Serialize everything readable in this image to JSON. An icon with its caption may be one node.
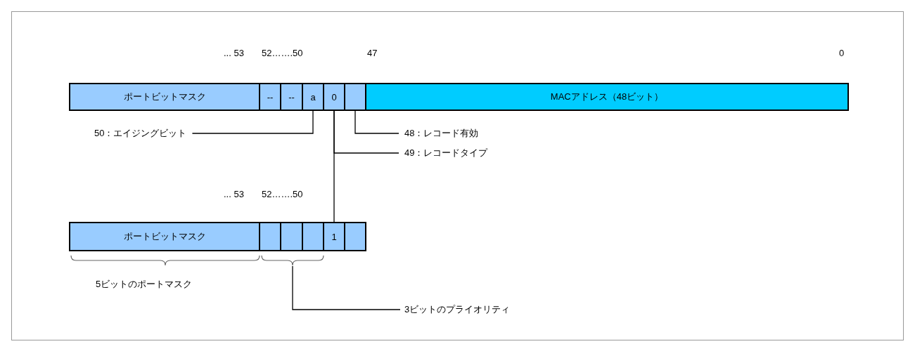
{
  "diagram": {
    "nodes": [
      {
        "text": [
          "ポートビットマスク"
        ]
      },
      {
        "text": [
          "--"
        ]
      },
      {
        "text": [
          "--"
        ]
      },
      {
        "text": [
          "a"
        ]
      },
      {
        "text": [
          "0"
        ]
      },
      {
        "text": [],
        "shape": "box"
      },
      {
        "text": [
          "MACアドレス（48ビット）"
        ]
      },
      {
        "text": [
          "ポートビットマスク"
        ]
      },
      {
        "text": [],
        "shape": "box"
      },
      {
        "text": [],
        "shape": "box"
      },
      {
        "text": [],
        "shape": "box"
      },
      {
        "text": [
          "1"
        ]
      },
      {
        "text": [],
        "shape": "box"
      },
      {
        "text": [
          "50：エイジングビット"
        ]
      },
      {
        "text": [
          "48：レコード有効"
        ]
      },
      {
        "text": [
          "49：レコードタイプ"
        ]
      },
      {
        "text": [
          "3ビットのプライオリティ"
        ]
      }
    ],
    "edges": [
      {
        "from": 13,
        "to": 3,
        "arrow": "none"
      },
      {
        "from": 14,
        "to": 5,
        "arrow": "none"
      },
      {
        "from": 4,
        "to": 11,
        "arrow": "none"
      },
      {
        "from": 15,
        "to": 4,
        "arrow": "none"
      },
      {
        "from": 16,
        "to": null,
        "arrow": "none"
      }
    ],
    "labels": [
      "... 53",
      "52…….50",
      "47",
      "0",
      "... 53",
      "52…….50",
      "5ビットのポートマスク"
    ]
  }
}
